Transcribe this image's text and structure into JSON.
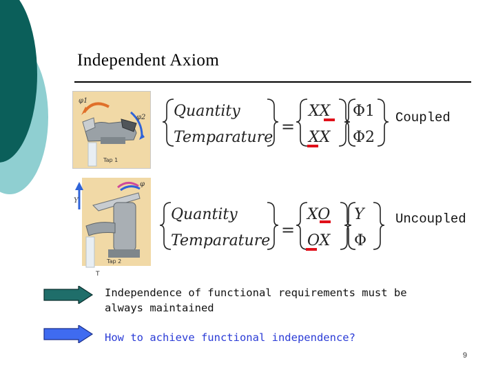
{
  "slide": {
    "title": "Independent Axiom",
    "page_number": "9"
  },
  "colors": {
    "teal_dark": "#0b5f5a",
    "teal_light": "#7fc6c8",
    "marker_red": "#e0101a",
    "note_blue": "#2a3bd6",
    "arrow_dark": "#1f6e6a",
    "arrow_blue": "#3f6bf0"
  },
  "images": {
    "tap1_caption": "Tap 1",
    "tap2_caption": "Tap 2",
    "tap1_symbol_left": "φ1",
    "tap1_symbol_right": "φ2",
    "tap2_symbol_phi": "φ",
    "tap2_symbol_y": "Y",
    "tap2_symbol_t": "T"
  },
  "equation1": {
    "lhs_top": "Quantity",
    "lhs_bottom": "Temparature",
    "equals": "=",
    "matrix_top": "XX",
    "matrix_bottom": "XX",
    "rhs_top": "Φ1",
    "rhs_bottom": "Φ2",
    "label": "Coupled"
  },
  "equation2": {
    "lhs_top": "Quantity",
    "lhs_bottom": "Temparature",
    "equals": "=",
    "matrix_top": "XO",
    "matrix_bottom": "OX",
    "rhs_top": "Y",
    "rhs_bottom": "Φ",
    "label": "Uncoupled"
  },
  "notes": {
    "line1": "Independence of functional requirements must be always maintained",
    "line2": "How to achieve functional independence?"
  }
}
